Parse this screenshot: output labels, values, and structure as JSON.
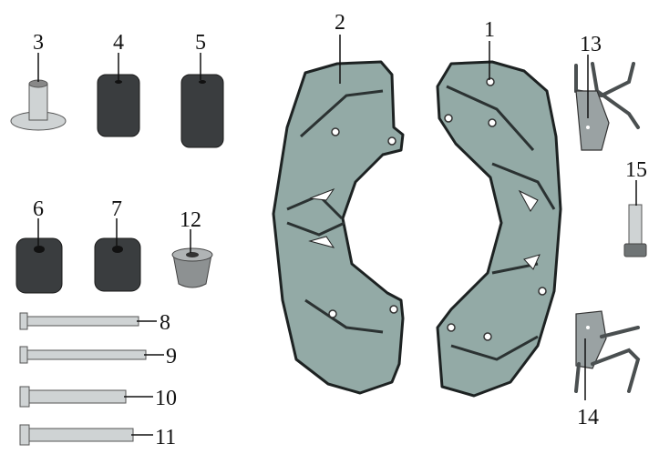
{
  "diagram": {
    "title": "Parts exploded view",
    "callouts": {
      "p1": "1",
      "p2": "2",
      "p3": "3",
      "p4": "4",
      "p5": "5",
      "p6": "6",
      "p7": "7",
      "p8": "8",
      "p9": "9",
      "p10": "10",
      "p11": "11",
      "p12": "12",
      "p13": "13",
      "p14": "14",
      "p15": "15"
    },
    "colors": {
      "plate": "#93aaa6",
      "rubber": "#3a3d3f",
      "metal": "#cfd3d4"
    }
  }
}
